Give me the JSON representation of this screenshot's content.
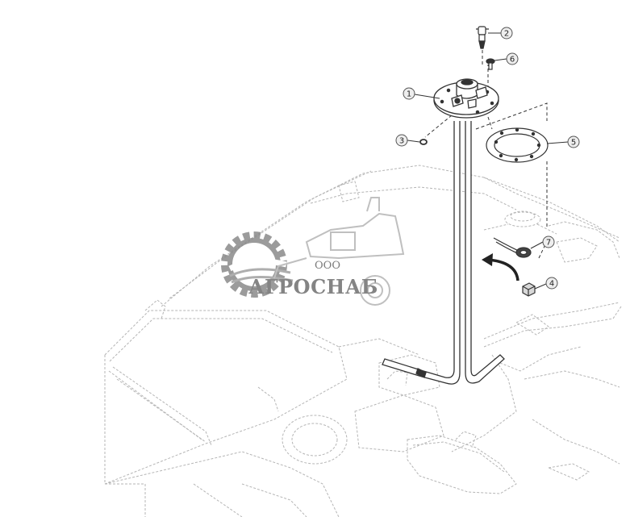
{
  "callouts": [
    {
      "id": "1",
      "label": "1"
    },
    {
      "id": "2",
      "label": "2"
    },
    {
      "id": "3",
      "label": "3"
    },
    {
      "id": "4",
      "label": "4"
    },
    {
      "id": "5",
      "label": "5"
    },
    {
      "id": "6",
      "label": "6"
    },
    {
      "id": "7",
      "label": "7"
    }
  ],
  "watermark": {
    "prefix": "ООО",
    "name": "АГРОСНАБ"
  },
  "colors": {
    "line": "#333333",
    "ghost": "#b8b8b8",
    "watermark_gray": "#8a8a8a",
    "callout_fill": "#eeeeee"
  }
}
